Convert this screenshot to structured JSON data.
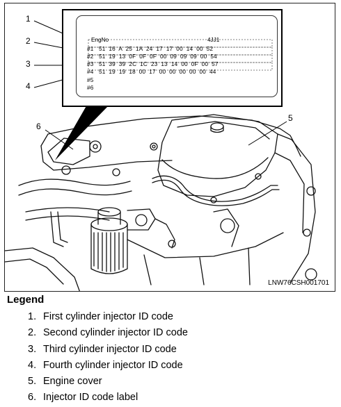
{
  "figure": {
    "callouts": [
      "1",
      "2",
      "3",
      "4",
      "5",
      "6"
    ],
    "reference_code": "LNW76CSH001701",
    "label_card": {
      "eng_no_label": "EngNo",
      "eng_no_value": "4JJ1",
      "rows": [
        {
          "cyl": "#1",
          "codes": "51  16  A  25  1A  24  17  17  00  14  00  52"
        },
        {
          "cyl": "#2",
          "codes": "51  19  13  0F  0F  0F  00  09  09  09  00  54"
        },
        {
          "cyl": "#3",
          "codes": "51  39  39  2C  1C  23  13  14  00  0F  00  57"
        },
        {
          "cyl": "#4",
          "codes": "51  19  19  18  00  17  00  00  00  00  00  44"
        },
        {
          "cyl": "#5",
          "codes": ""
        },
        {
          "cyl": "#6",
          "codes": ""
        }
      ]
    }
  },
  "legend": {
    "title": "Legend",
    "items": [
      {
        "num": "1.",
        "text": "First cylinder injector ID code"
      },
      {
        "num": "2.",
        "text": "Second cylinder injector ID code"
      },
      {
        "num": "3.",
        "text": "Third cylinder injector ID code"
      },
      {
        "num": "4.",
        "text": "Fourth cylinder injector ID code"
      },
      {
        "num": "5.",
        "text": "Engine cover"
      },
      {
        "num": "6.",
        "text": "Injector ID code label"
      }
    ]
  }
}
